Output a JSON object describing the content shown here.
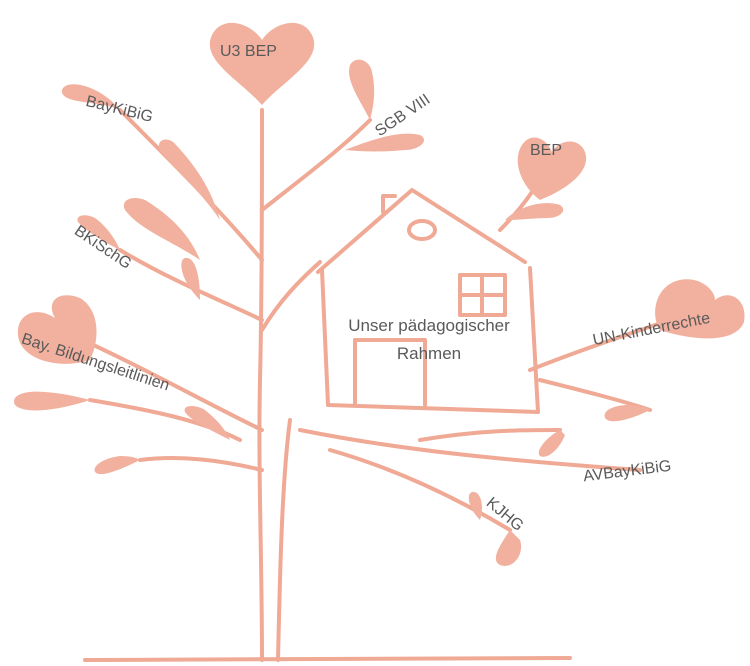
{
  "palette": {
    "leaf": "#f2b19f",
    "stroke": "#efa994",
    "text": "#5a5a5a"
  },
  "center_title_line1": "Unser pädagogischer",
  "center_title_line2": "Rahmen",
  "labels": {
    "u3_bep": "U3 BEP",
    "baykibig": "BayKiBiG",
    "sgb_viii": "SGB VIII",
    "bep": "BEP",
    "bkischg": "BKiSchG",
    "bay_bildungsleitlinien": "Bay. Bildungsleitlinien",
    "un_kinderrechte": "UN-Kinderrechte",
    "avbaykibig": "AVBayKiBiG",
    "kjhg": "KJHG"
  }
}
